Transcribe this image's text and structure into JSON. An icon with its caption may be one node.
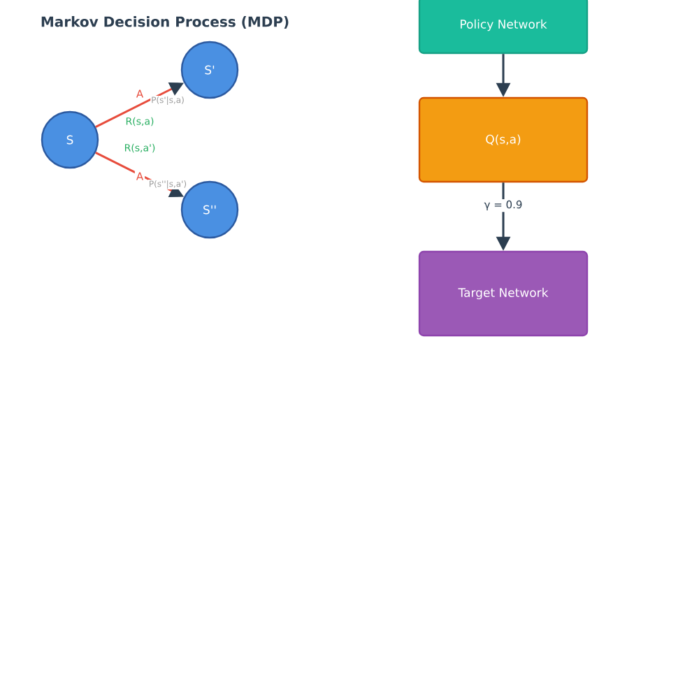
{
  "diagram": {
    "title": "Markov Decision Process (MDP)",
    "nodes": [
      {
        "text": [
          "S"
        ]
      },
      {
        "text": [
          "S'"
        ]
      },
      {
        "text": [
          "S''"
        ]
      },
      {
        "text": [
          "Policy Network"
        ]
      },
      {
        "text": [
          "Q(s,a)"
        ]
      },
      {
        "text": [
          "Target Network"
        ]
      }
    ],
    "edges": [
      {
        "from": 0,
        "to": 1,
        "arrow": "to",
        "label": "A",
        "color": "#e74c3c"
      },
      {
        "from": 0,
        "to": 2,
        "arrow": "to",
        "label": "A",
        "color": "#e74c3c"
      },
      {
        "from": 3,
        "to": 4,
        "arrow": "to",
        "color": "#2c3e50"
      },
      {
        "from": 4,
        "to": 5,
        "arrow": "to",
        "label": "γ = 0.9",
        "color": "#2c3e50"
      }
    ],
    "labels": [
      "P(s'|s,a)",
      "R(s,a)",
      "R(s,a')",
      "P(s''|s,a')"
    ]
  }
}
